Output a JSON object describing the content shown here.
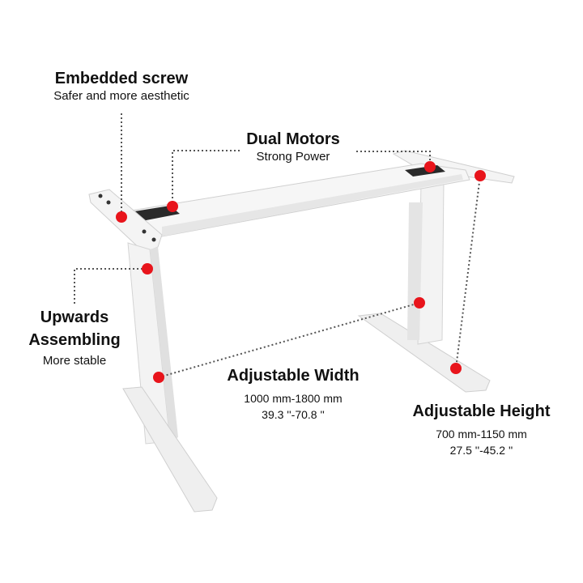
{
  "features": {
    "embedded_screw": {
      "title": "Embedded screw",
      "subtitle": "Safer and more aesthetic"
    },
    "dual_motors": {
      "title": "Dual Motors",
      "subtitle": "Strong Power"
    },
    "upwards_assembling": {
      "title_line1": "Upwards",
      "title_line2": "Assembling",
      "subtitle": "More stable"
    },
    "adjustable_width": {
      "title": "Adjustable Width",
      "range_mm": "1000 mm-1800 mm",
      "range_in": "39.3 ''-70.8 ''"
    },
    "adjustable_height": {
      "title": "Adjustable Height",
      "range_mm": "700 mm-1150 mm",
      "range_in": "27.5 ''-45.2 ''"
    }
  },
  "colors": {
    "marker": "#e8141b",
    "frame": "#f2f2f2",
    "frame_shadow": "#d6d6d6",
    "motor_plate": "#2a2a2a",
    "dotted_line": "#555555"
  }
}
